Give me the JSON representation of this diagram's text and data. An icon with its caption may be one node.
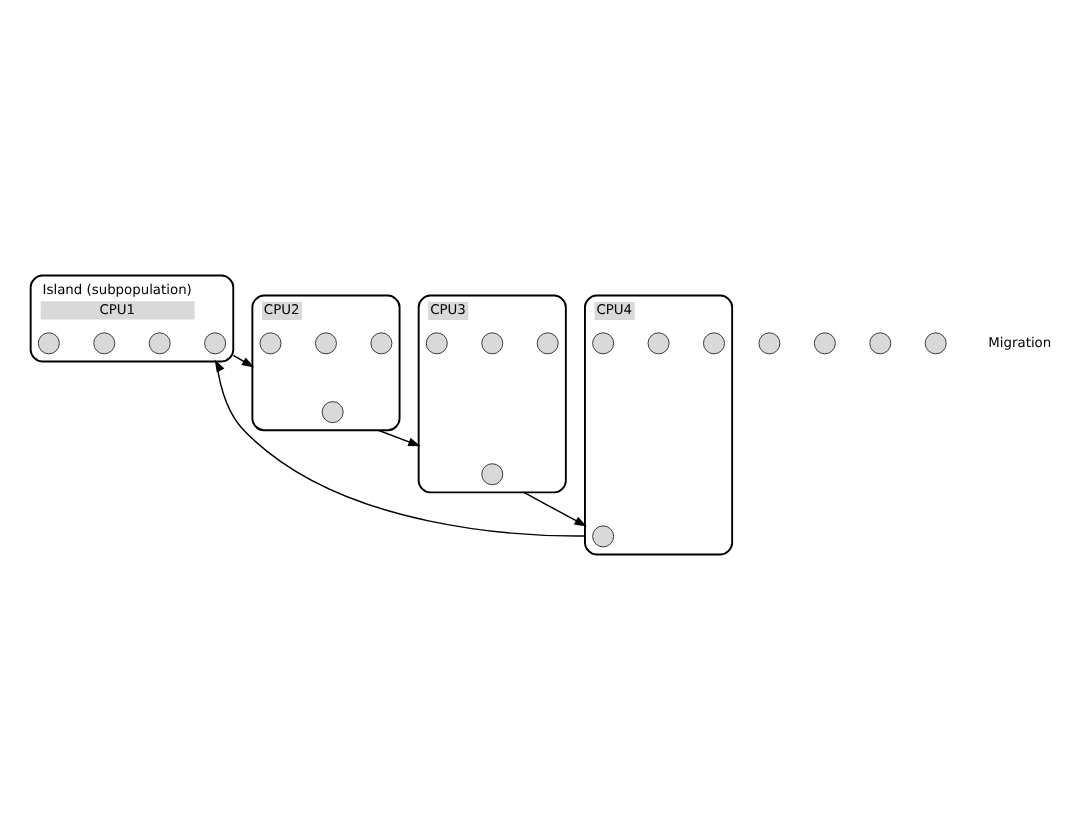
{
  "diagram": {
    "nodes": [
      {
        "text": [
          "CPU1"
        ],
        "beside": [
          "Island (subpopulation)"
        ]
      },
      {
        "text": [],
        "shape": "circle",
        "in": 0
      },
      {
        "text": [],
        "shape": "circle",
        "in": 0
      },
      {
        "text": [],
        "shape": "circle",
        "in": 0
      },
      {
        "text": [],
        "shape": "circle",
        "in": 0
      },
      {
        "text": [],
        "shape": "circle"
      },
      {
        "text": [
          "CPU2"
        ]
      },
      {
        "text": [],
        "shape": "circle",
        "in": 6
      },
      {
        "text": [],
        "shape": "circle",
        "in": 6
      },
      {
        "text": [],
        "shape": "circle",
        "in": 6
      },
      {
        "text": [],
        "shape": "circle",
        "in": 6
      },
      {
        "text": [],
        "shape": "circle"
      },
      {
        "text": [],
        "shape": "circle"
      },
      {
        "text": [
          "CPU4"
        ]
      },
      {
        "text": [],
        "shape": "circle",
        "in": 13
      },
      {
        "text": [],
        "shape": "circle",
        "in": 13
      },
      {
        "text": [],
        "shape": "circle",
        "in": 13
      },
      {
        "text": [],
        "shape": "circle",
        "in": 13
      },
      {
        "text": [],
        "shape": "circle"
      },
      {
        "text": [
          "CPU3"
        ]
      },
      {
        "text": [],
        "shape": "circle",
        "in": 19
      },
      {
        "text": [],
        "shape": "circle",
        "in": 19
      },
      {
        "text": [],
        "shape": "circle",
        "in": 19
      },
      {
        "text": [],
        "shape": "circle",
        "in": 19
      }
    ],
    "edges": [
      {
        "from": 0,
        "to": 6,
        "arrow": "to"
      },
      {
        "from": 6,
        "to": 19,
        "arrow": "to"
      },
      {
        "from": 19,
        "to": 13,
        "arrow": "to"
      },
      {
        "from": 13,
        "to": 0,
        "arrow": "to"
      }
    ],
    "labels": [
      "Migration"
    ]
  }
}
